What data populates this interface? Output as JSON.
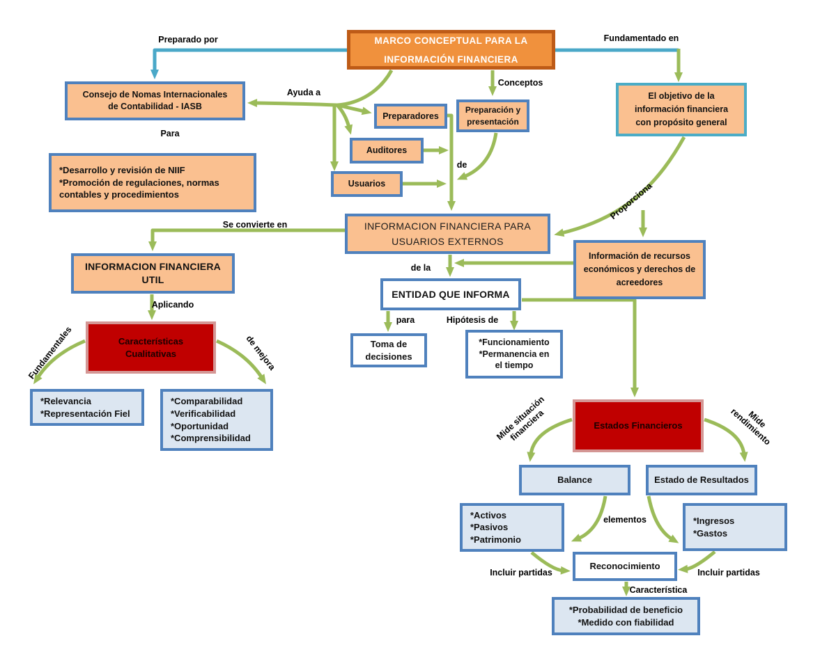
{
  "title": "Marco Conceptual para la Información Financiera - mapa conceptual",
  "colors": {
    "arrow_green": "#9BBB59",
    "arrow_blue": "#4AA8C8",
    "top_box_fill": "#F0913D",
    "top_box_border": "#BE5B17",
    "orange_fill": "#FAC090",
    "blue_border": "#4F81BD",
    "teal_border": "#4BACC6",
    "red_fill": "#C00000",
    "red_border": "#D49694",
    "lightblue_fill": "#DCE6F1",
    "white_fill": "#FFFFFF"
  },
  "nodes": {
    "marco": {
      "text": "MARCO CONCEPTUAL PARA LA\nINFORMACIÓN FINANCIERA"
    },
    "iasb": {
      "text": "Consejo de Nomas Internacionales\nde Contabilidad - IASB"
    },
    "desarrollo": {
      "text": "*Desarrollo y revisión de NIIF\n*Promoción de regulaciones, normas\ncontables y procedimientos"
    },
    "preparadores": {
      "text": "Preparadores"
    },
    "auditores": {
      "text": "Auditores"
    },
    "usuarios": {
      "text": "Usuarios"
    },
    "preparacion": {
      "text": "Preparación y\npresentación"
    },
    "objetivo": {
      "text": "El objetivo de la\ninformación financiera\ncon propósito general"
    },
    "info_externos": {
      "text": "INFORMACION FINANCIERA PARA\nUSUARIOS EXTERNOS"
    },
    "info_util": {
      "text": "INFORMACION FINANCIERA UTIL"
    },
    "caracteristicas": {
      "text": "Características\nCualitativas"
    },
    "fundamentales_items": {
      "text": "*Relevancia\n*Representación Fiel"
    },
    "mejora_items": {
      "text": "*Comparabilidad\n*Verificabilidad\n*Oportunidad\n*Comprensibilidad"
    },
    "recursos": {
      "text": "Información de recursos\neconómicos y derechos de\nacreedores"
    },
    "entidad": {
      "text": "ENTIDAD QUE INFORMA"
    },
    "toma_decisiones": {
      "text": "Toma de\ndecisiones"
    },
    "hipotesis_items": {
      "text": "*Funcionamiento\n*Permanencia en\nel tiempo"
    },
    "estados": {
      "text": "Estados Financieros"
    },
    "balance": {
      "text": "Balance"
    },
    "resultados": {
      "text": "Estado de Resultados"
    },
    "activos": {
      "text": "*Activos\n*Pasivos\n*Patrimonio"
    },
    "ingresos": {
      "text": "*Ingresos\n*Gastos"
    },
    "reconocimiento": {
      "text": "Reconocimiento"
    },
    "probabilidad": {
      "text": "*Probabilidad de beneficio\n*Medido con fiabilidad"
    }
  },
  "edge_labels": {
    "preparado_por": "Preparado por",
    "fundamentado_en": "Fundamentado en",
    "ayuda_a": "Ayuda a",
    "conceptos": "Conceptos",
    "de": "de",
    "para_iasb": "Para",
    "proporciona": "Proporciona",
    "se_convierte_en": "Se convierte en",
    "de_la": "de la",
    "aplicando": "Aplicando",
    "fundamentales": "Fundamentales",
    "de_mejora": "de mejora",
    "para": "para",
    "hipotesis_de": "Hipótesis de",
    "mide_situacion": "Mide situación\nfinanciera",
    "mide_rendimiento": "Mide\nrendimiento",
    "elementos": "elementos",
    "incluir_partidas_izq": "Incluir partidas",
    "incluir_partidas_der": "Incluir partidas",
    "caracteristica": "Característica"
  }
}
